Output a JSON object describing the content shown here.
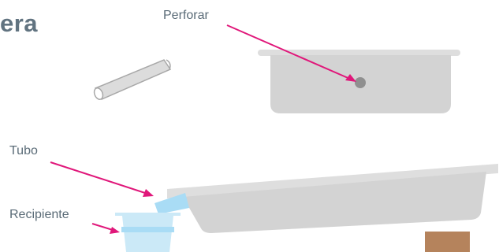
{
  "title": "era",
  "labels": {
    "perforar": "Perforar",
    "tubo": "Tubo",
    "recipiente": "Recipiente"
  },
  "colors": {
    "title": "#617380",
    "label_text": "#5a6b77",
    "leader_line": "#e0177a",
    "tray": "#d3d3d3",
    "tray_rim": "#dedede",
    "drill_hole": "#8f8f8f",
    "tube_fill": "#dcdcdc",
    "tube_stroke": "#a8a8a8",
    "water": "#a9dcf5",
    "container": "#cbe9f7",
    "wood_block": "#b5835c"
  },
  "icons": [
    "tube-pipe-icon",
    "tray-icon",
    "drill-hole-icon",
    "container-icon",
    "wood-block-icon"
  ]
}
